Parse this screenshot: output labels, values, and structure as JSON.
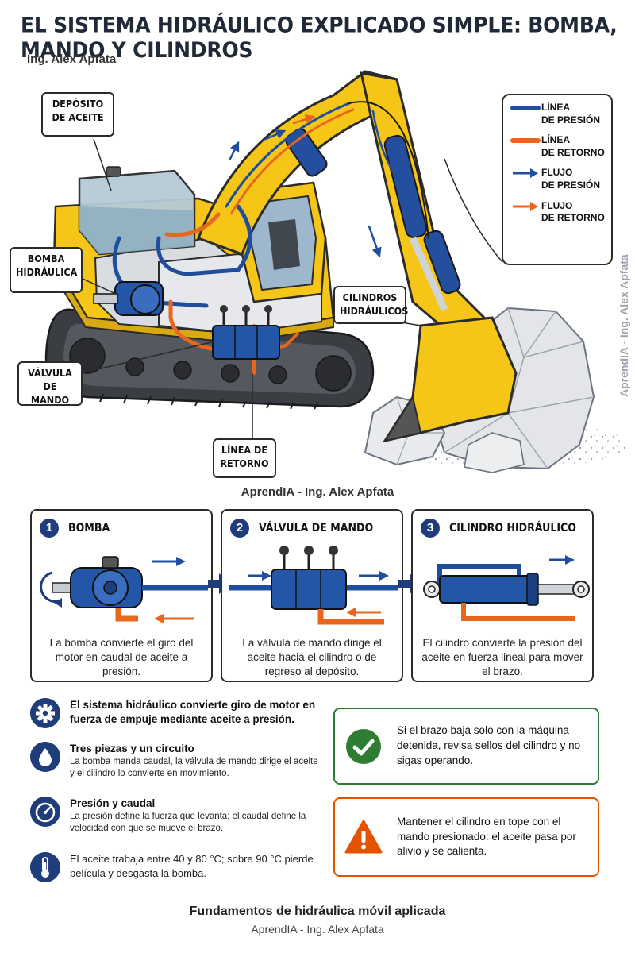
{
  "header": {
    "title": "EL SISTEMA HIDRÁULICO EXPLICADO SIMPLE: BOMBA, MANDO Y CILINDROS",
    "author": "Ing. Alex Apfata"
  },
  "side_credit": "AprendIA - Ing. Alex Apfata",
  "hero": {
    "caption": "AprendIA - Ing. Alex Apfata",
    "callouts": {
      "deposito": "DEPÓSITO\nDE ACEITE",
      "bomba": "BOMBA\nHIDRÁULICA",
      "valvula": "VÁLVULA\nDE MANDO",
      "retorno": "LÍNEA DE\nRETORNO",
      "cilindros": "CILINDROS\nHIDRÁULICOS"
    }
  },
  "legend": [
    {
      "label": "LÍNEA\nDE PRESIÓN",
      "icon": "pressure-line",
      "color": "#1f4e9c"
    },
    {
      "label": "LÍNEA\nDE RETORNO",
      "icon": "return-line",
      "color": "#e8671c"
    },
    {
      "label": "FLUJO\nDE PRESIÓN",
      "icon": "pressure-flow-arrow",
      "color": "#1f4e9c"
    },
    {
      "label": "FLUJO\nDE RETORNO",
      "icon": "return-flow-arrow",
      "color": "#e8671c"
    }
  ],
  "steps": [
    {
      "number": "1",
      "title": "BOMBA",
      "text": "La bomba convierte el giro del motor en caudal de aceite a presión."
    },
    {
      "number": "2",
      "title": "VÁLVULA DE MANDO",
      "text": "La válvula de mando dirige el aceite hacia el cilindro o de regreso al depósito."
    },
    {
      "number": "3",
      "title": "CILINDRO HIDRÁULICO",
      "text": "El cilindro convierte la presión del aceite en fuerza lineal para mover el brazo."
    }
  ],
  "facts": [
    {
      "icon": "gear-icon",
      "title": "El sistema hidráulico convierte giro de motor en fuerza de empuje mediante aceite a presión.",
      "body": ""
    },
    {
      "icon": "drop-icon",
      "title": "Tres piezas y un circuito",
      "body": "La bomba manda caudal, la válvula de mando dirige el aceite y el cilindro lo convierte en movimiento."
    },
    {
      "icon": "gauge-icon",
      "title": "Presión y caudal",
      "body": "La presión define la fuerza que levanta; el caudal define la velocidad con que se mueve el brazo."
    },
    {
      "icon": "thermometer-icon",
      "title": "",
      "body": "El aceite trabaja entre 40 y 80 °C; sobre 90 °C pierde película y desgasta la bomba."
    }
  ],
  "tips": {
    "ok": "Si el brazo baja solo con la máquina detenida, revisa sellos del cilindro y no sigas operando.",
    "warn": "Mantener el cilindro en tope con el mando presionado: el aceite pasa por alivio y se calienta."
  },
  "footer": {
    "title": "Fundamentos de hidráulica móvil aplicada",
    "subtitle": "AprendIA - Ing. Alex Apfata"
  },
  "colors": {
    "pressure": "#1f4e9c",
    "return": "#e8671c",
    "machine_yellow": "#f5c518",
    "ok_green": "#2e7d32",
    "warn_orange": "#e65100",
    "navy": "#1f3d7a"
  }
}
